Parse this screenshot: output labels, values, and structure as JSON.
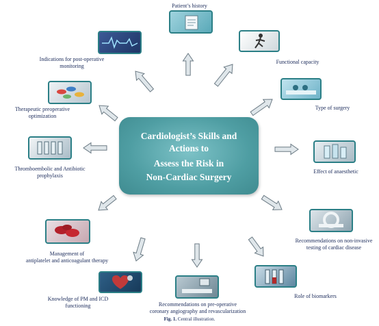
{
  "center_lines": [
    "Cardiologist’s Skills and",
    "Actions  to",
    "Assess the Risk in",
    "Non-Cardiac Surgery"
  ],
  "nodes": {
    "patient_history": [
      "Patient’s history"
    ],
    "functional_capacity": [
      "Functional capacity"
    ],
    "type_of_surgery": [
      "Type of surgery"
    ],
    "effect_of_anaesthetic": [
      "Effect of anaesthetic"
    ],
    "noninvasive": [
      "Recommendations on non-invasive",
      "testing of cardiac disease"
    ],
    "biomarkers": [
      "Role of biomarkers"
    ],
    "coronary": [
      "Recommendations  on  pre-operative",
      "coronary angiography and revascularization"
    ],
    "pm_icd": [
      "Knowledge of PM and ICD",
      "functioning"
    ],
    "antiplatelet": [
      "Management of",
      "antiplatelet and anticoagulant therapy"
    ],
    "thromboembolic": [
      "Thromboembolic  and Antibiotic",
      "prophylaxis"
    ],
    "therapeutic": [
      "Therapeutic preoperative",
      "optimization"
    ],
    "postop": [
      "Indications for post-operative",
      "monitoring"
    ]
  },
  "caption": {
    "prefix": "Fig. 1.",
    "text": "Central illustration."
  },
  "colors": {
    "center_fill": "#4f9ea3",
    "photo_border": "#2b7f86",
    "arrow_fill": "#dfe6ea",
    "arrow_stroke": "#6b7a84",
    "label_text": "#1a2a5a"
  }
}
